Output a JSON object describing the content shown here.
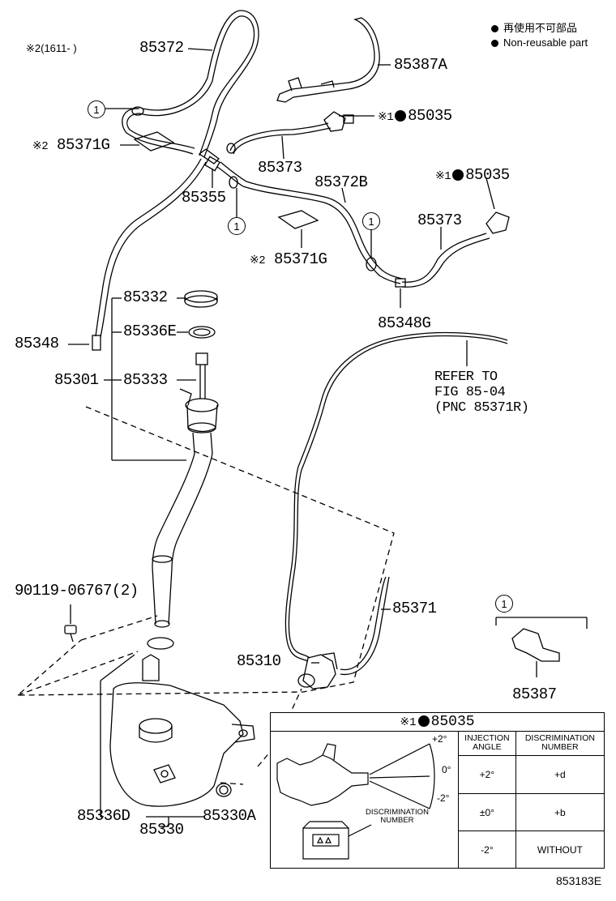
{
  "top_note": {
    "mark": "※2",
    "text": "(1611-      )"
  },
  "legend": {
    "lines": [
      "再使用不可部品",
      "Non-reusable part"
    ]
  },
  "callout_number": "1",
  "parts": {
    "p85372": "85372",
    "p85387A": "85387A",
    "p85035_a": "85035",
    "p85371G_a": "85371G",
    "p85373_a": "85373",
    "p85372B": "85372B",
    "p85035_b": "85035",
    "p85355": "85355",
    "p85373_b": "85373",
    "p85371G_b": "85371G",
    "p85348G": "85348G",
    "p85332": "85332",
    "p85336E": "85336E",
    "p85348": "85348",
    "p85301": "85301",
    "p85333": "85333",
    "p90119": "90119-06767(2)",
    "p85371": "85371",
    "p85310": "85310",
    "p85387": "85387",
    "p85336D": "85336D",
    "p85330A": "85330A",
    "p85330": "85330"
  },
  "marks": {
    "note1": "※1",
    "note2": "※2"
  },
  "refer": {
    "line1": "REFER TO",
    "line2": "FIG 85-04",
    "line3": "(PNC 85371R)"
  },
  "inset": {
    "title_mark": "※1",
    "title_part": "85035",
    "angle_labels": {
      "up": "+2°",
      "mid": "0°",
      "down": "-2°"
    },
    "discrimination_label": "DISCRIMINATION NUMBER",
    "discrimination_label_line1": "DISCRIMINATION",
    "discrimination_label_line2": "NUMBER",
    "table": {
      "headers": [
        {
          "line1": "INJECTION",
          "line2": "ANGLE"
        },
        {
          "line1": "DISCRIMINATION",
          "line2": "NUMBER"
        }
      ],
      "rows": [
        {
          "angle": "+2°",
          "number": "+d"
        },
        {
          "angle": "±0°",
          "number": "+b"
        },
        {
          "angle": "-2°",
          "number": "WITHOUT"
        }
      ]
    }
  },
  "figure_number": "853183E"
}
